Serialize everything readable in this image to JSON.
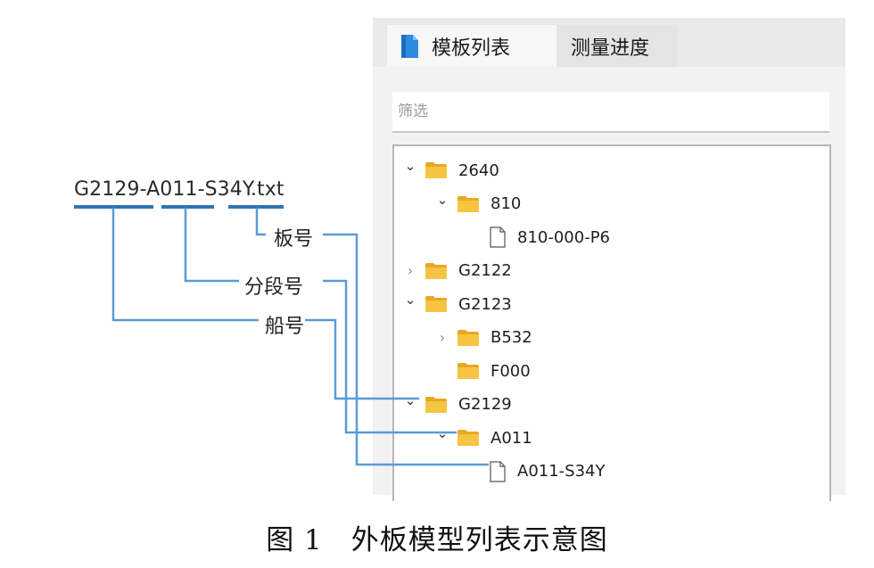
{
  "tabs": [
    {
      "label": "模板列表",
      "active": true
    },
    {
      "label": "测量进度",
      "active": false
    }
  ],
  "filter": {
    "placeholder": "筛选"
  },
  "tree": [
    {
      "label": "2640",
      "type": "folder",
      "expanded": true,
      "level": 0
    },
    {
      "label": "810",
      "type": "folder",
      "expanded": true,
      "level": 1
    },
    {
      "label": "810-000-P6",
      "type": "file",
      "level": 2
    },
    {
      "label": "G2122",
      "type": "folder",
      "expanded": false,
      "level": 0
    },
    {
      "label": "G2123",
      "type": "folder",
      "expanded": true,
      "level": 0
    },
    {
      "label": "B532",
      "type": "folder",
      "expanded": false,
      "level": 1
    },
    {
      "label": "F000",
      "type": "folder",
      "expanded": null,
      "level": 1
    },
    {
      "label": "G2129",
      "type": "folder",
      "expanded": true,
      "level": 0
    },
    {
      "label": "A011",
      "type": "folder",
      "expanded": true,
      "level": 1
    },
    {
      "label": "A011-S34Y",
      "type": "file",
      "level": 2
    }
  ],
  "annotation": {
    "filename": {
      "part1": "G2129",
      "sep1": "-",
      "part2": "A011",
      "sep2": "-",
      "part3": "S34Y",
      "ext": ".txt"
    },
    "labels": {
      "plate": "板号",
      "segment": "分段号",
      "ship": "船号"
    }
  },
  "caption": "图 1　外板模型列表示意图",
  "colors": {
    "connector": "#5b9bd5",
    "underline": "#2e75b6",
    "folder": "#f5c542",
    "folder_tab": "#e8a821",
    "tab_icon": "#2f8be0"
  },
  "icons": {
    "tab": "document-blue-icon",
    "folder": "folder-icon",
    "file": "file-icon",
    "expanded": "chevron-down-icon",
    "collapsed": "chevron-right-icon"
  }
}
